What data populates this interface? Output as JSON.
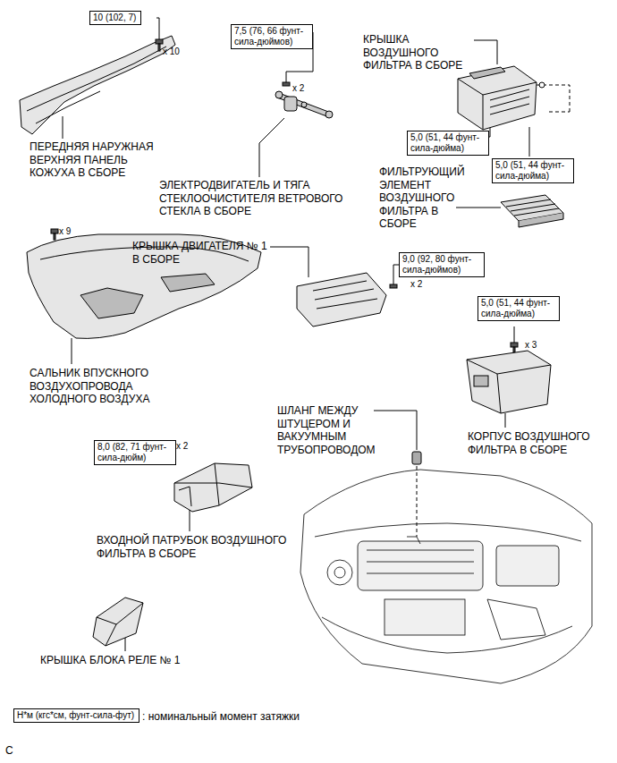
{
  "diagram": {
    "nodes": [
      {
        "text": [
          "10 (102, 7)"
        ]
      },
      {
        "text": [
          "7,5 (76, 66 фунт-сила-дюймов)"
        ]
      },
      {
        "text": [
          "5,0 (51, 44 фунт-сила-дюйма)"
        ]
      },
      {
        "text": [
          "5,0 (51, 44 фунт-сила-дюйма)"
        ]
      },
      {
        "text": [
          "9,0 (92, 80 фунт-сила-дюймов)"
        ]
      },
      {
        "text": [
          "5,0 (51, 44 фунт-сила-дюйма)"
        ]
      },
      {
        "text": [
          "8,0 (82, 71 фунт-сила-дюйм)"
        ]
      },
      {
        "text": [
          "Н*м (кгс*см, фунт-сила-фут)"
        ]
      }
    ],
    "labels": [
      "x 10",
      "x 2",
      "КРЫШКА ВОЗДУШНОГО ФИЛЬТРА В СБОРЕ",
      "ПЕРЕДНЯЯ НАРУЖНАЯ ВЕРХНЯЯ ПАНЕЛЬ КОЖУХА В СБОРЕ",
      "ЭЛЕКТРОДВИГАТЕЛЬ И ТЯГА СТЕКЛООЧИСТИТЕЛЯ ВЕТРОВОГО СТЕКЛА В СБОРЕ",
      "ФИЛЬТРУЮЩИЙ ЭЛЕМЕНТ ВОЗДУШНОГО ФИЛЬТРА В СБОРЕ",
      "x 9",
      "КРЫШКА ДВИГАТЕЛЯ № 1 В СБОРЕ",
      "x 2",
      "САЛЬНИК ВПУСКНОГО ВОЗДУХОПРОВОДА ХОЛОДНОГО ВОЗДУХА",
      "x 3",
      "ШЛАНГ МЕЖДУ ШТУЦЕРОМ И ВАКУУМНЫМ ТРУБОПРОВОДОМ",
      "КОРПУС ВОЗДУШНОГО ФИЛЬТРА В СБОРЕ",
      "x 2",
      "ВХОДНОЙ ПАТРУБОК ВОЗДУШНОГО ФИЛЬТРА В СБОРЕ",
      "КРЫШКА БЛОКА РЕЛЕ № 1",
      ": номинальный момент затяжки",
      "C"
    ]
  }
}
